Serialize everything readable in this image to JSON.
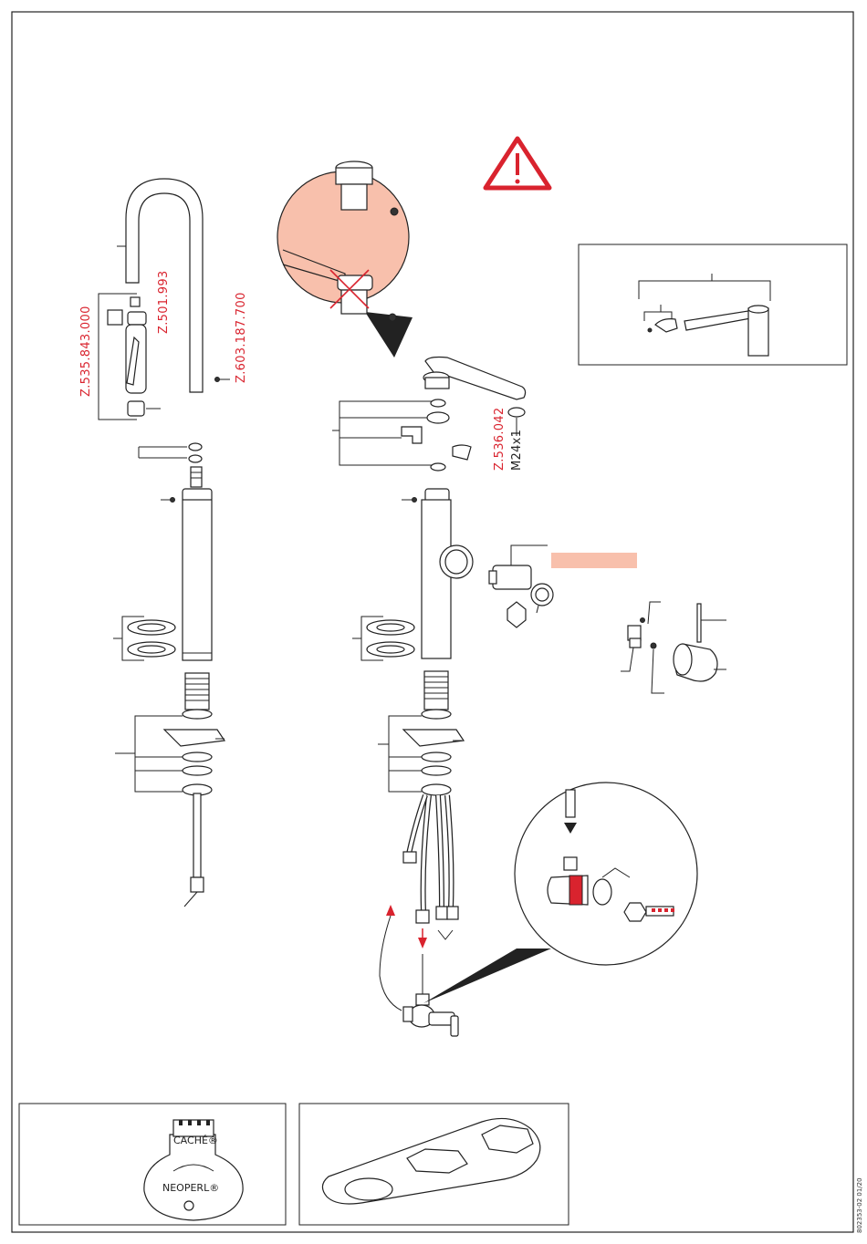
{
  "part_numbers": {
    "z_535_843_000": "Z.535.843.000",
    "z_501_993": "Z.501.993",
    "z_603_187_700": "Z.603.187.700",
    "z_536_042": "Z.536.042",
    "thread_spec": "M24x1"
  },
  "tool_labels": {
    "cache": "CACHÉ®",
    "neoperl": "NEOPERL®"
  },
  "footer": {
    "doc_code": "802353-02 01/20"
  },
  "colors": {
    "accent_red": "#d9232e",
    "detail_salmon": "#f8c0ac",
    "line_black": "#222222"
  }
}
